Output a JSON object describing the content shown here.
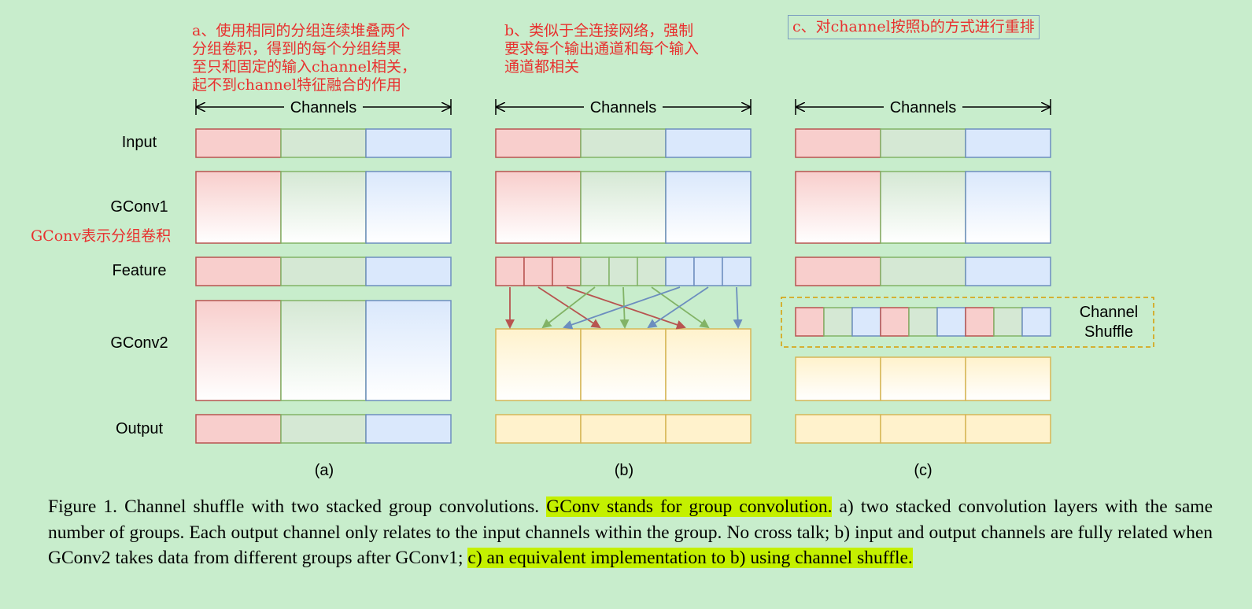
{
  "notes": {
    "a": "a、使用相同的分组连续堆叠两个\n分组卷积，得到的每个分组结果\n至只和固定的输入channel相关，\n起不到channel特征融合的作用",
    "b": "b、类似于全连接网络，强制\n要求每个输出通道和每个输入\n通道都相关",
    "c": "c、对channel按照b的方式进行重排",
    "gconv": "GConv表示分组卷积"
  },
  "row_labels": {
    "input": "Input",
    "gconv1": "GConv1",
    "feature": "Feature",
    "gconv2": "GConv2",
    "output": "Output"
  },
  "channels_label": "Channels",
  "panel_tags": [
    "(a)",
    "(b)",
    "(c)"
  ],
  "shuffle_label": "Channel\nShuffle",
  "colors": {
    "background": "#c8edcc",
    "group1_fill": "#f8cecc",
    "group1_stroke": "#b85450",
    "group2_fill": "#d5e8d4",
    "group2_stroke": "#82b366",
    "group3_fill": "#dae8fc",
    "group3_stroke": "#6c8ebf",
    "output_fill": "#fff2cc",
    "output_stroke": "#d6b656",
    "shuffle_border": "#d79b00",
    "note_text": "#e8312f",
    "highlight": "#c4f000"
  },
  "caption": {
    "part1": "Figure 1. Channel shuffle with two stacked group convolutions. ",
    "highlight1": "GConv stands for group convolution.",
    "part2": " a) two stacked convolution layers with the same number of groups. Each output channel only relates to the input channels within the group. No cross talk; b) input and output channels are fully related when GConv2 takes data from different groups after GConv1; ",
    "highlight2": "c) an equivalent implementation to b) using channel shuffle."
  }
}
